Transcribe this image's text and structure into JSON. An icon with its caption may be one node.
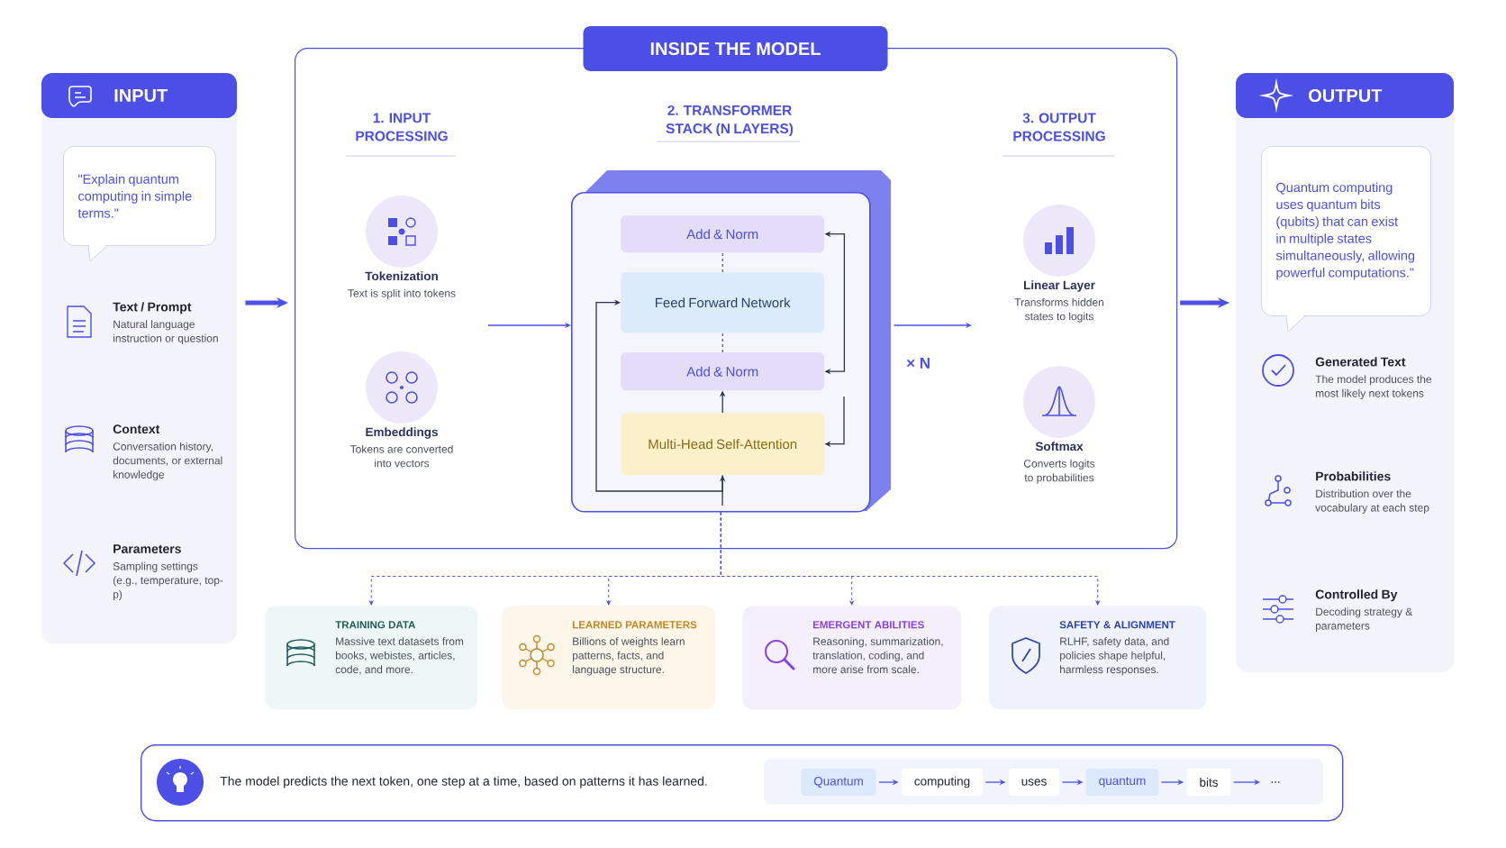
{
  "diagram": {
    "nodes": [
      {
        "text": [
          "INPUT"
        ]
      },
      {
        "text": [
          "\"Explain quantum computing in simple terms.\""
        ],
        "in": 0
      },
      {
        "text": [
          "Text / Prompt",
          "Natural language instruction or question"
        ],
        "in": 0
      },
      {
        "text": [
          "Context",
          "Conversation history, documents, or external knowledge"
        ],
        "in": 0
      },
      {
        "text": [
          "Parameters",
          "Sampling settings (e.g., temperature, top-p)"
        ],
        "in": 0
      },
      {
        "text": [
          "INSIDE THE MODEL"
        ]
      },
      {
        "text": [
          "Tokenization",
          "Text is split into tokens"
        ],
        "in": 5
      },
      {
        "text": [
          "Embeddings",
          "Tokens are converted into vectors"
        ],
        "in": 5
      },
      {
        "text": [],
        "shape": "box",
        "in": 5,
        "beside": [
          "× N"
        ]
      },
      {
        "text": [
          "Add & Norm"
        ],
        "in": 8
      },
      {
        "text": [
          "Feed Forward Network"
        ],
        "in": 8
      },
      {
        "text": [
          "Add & Norm"
        ],
        "in": 8
      },
      {
        "text": [
          "Multi-Head Self-Attention"
        ],
        "in": 8
      },
      {
        "text": [
          "Linear Layer",
          "Transforms hidden states to logits"
        ],
        "in": 5
      },
      {
        "text": [
          "Softmax",
          "Converts logits to probabilities"
        ],
        "in": 5
      },
      {
        "text": [
          "OUTPUT"
        ]
      },
      {
        "text": [
          "Quantum computing uses quantum bits (qubits) that can exist in multiple states simultaneously, allowing powerful computations.\""
        ],
        "in": 15
      },
      {
        "text": [
          "Generated Text",
          "The model produces the most likely next tokens"
        ],
        "in": 15
      },
      {
        "text": [
          "Probabilities",
          "Distribution over the vocabulary at each step"
        ],
        "in": 15
      },
      {
        "text": [
          "Controlled By",
          "Decoding strategy & parameters"
        ],
        "in": 15
      },
      {
        "text": [
          "TRAINING DATA",
          "Massive text datasets from books, webistes, articles, code, and more."
        ]
      },
      {
        "text": [
          "LEARNED PARAMETERS",
          "Billions of weights learn patterns, facts, and language structure."
        ]
      },
      {
        "text": [
          "EMERGENT ABILITIES",
          "Reasoning, summarization, translation, coding, and more arise from scale."
        ]
      },
      {
        "text": [
          "SAFETY & ALIGNMENT",
          "RLHF, safety data, and policies shape helpful, harmless responses."
        ]
      },
      {
        "text": [
          "The model predicts the next token, one step at a time, based on patterns it has learned."
        ]
      },
      {
        "text": [
          "Quantum"
        ],
        "in": 24
      },
      {
        "text": [
          "computing"
        ],
        "in": 24
      },
      {
        "text": [
          "uses"
        ],
        "in": 24
      },
      {
        "text": [
          "quantum"
        ],
        "in": 24
      },
      {
        "text": [
          "bits"
        ],
        "in": 24
      },
      {
        "text": [
          "..."
        ],
        "in": 24
      }
    ],
    "edges": [
      {
        "from": 0,
        "to": 5,
        "arrow": "to",
        "style": "thick"
      },
      {
        "from": null,
        "to": 8,
        "arrow": "to"
      },
      {
        "from": 8,
        "to": null,
        "arrow": "to"
      },
      {
        "from": 5,
        "to": 15,
        "arrow": "to",
        "style": "thick"
      },
      {
        "from": 8,
        "to": 20,
        "arrow": "to",
        "style": "dashed"
      },
      {
        "from": 8,
        "to": 21,
        "arrow": "to",
        "style": "dashed"
      },
      {
        "from": 8,
        "to": 22,
        "arrow": "to",
        "style": "dashed"
      },
      {
        "from": 8,
        "to": 23,
        "arrow": "to",
        "style": "dashed"
      },
      {
        "from": null,
        "to": 12,
        "arrow": "to",
        "color": "#2b3350"
      },
      {
        "from": 12,
        "to": 11,
        "arrow": "to",
        "color": "#2b3350"
      },
      {
        "from": 11,
        "to": 10,
        "arrow": "none",
        "style": "dashed",
        "color": "#2b3350"
      },
      {
        "from": 10,
        "to": 9,
        "arrow": "none",
        "style": "dashed",
        "color": "#2b3350"
      },
      {
        "from": 11,
        "to": 9,
        "arrow": "both",
        "color": "#2b3350"
      },
      {
        "from": null,
        "to": 12,
        "arrow": "to",
        "color": "#2b3350"
      },
      {
        "from": 12,
        "to": 10,
        "arrow": "to",
        "color": "#2b3350"
      },
      {
        "from": 25,
        "to": 26,
        "arrow": "to"
      },
      {
        "from": 26,
        "to": 27,
        "arrow": "to"
      },
      {
        "from": 27,
        "to": 28,
        "arrow": "to"
      },
      {
        "from": 28,
        "to": 29,
        "arrow": "to"
      },
      {
        "from": 29,
        "to": 30,
        "arrow": "to"
      }
    ],
    "labels": [
      "1. INPUT PROCESSING",
      "2. TRANSFORMER STACK (N LAYERS)",
      "3. OUTPUT PROCESSING"
    ]
  }
}
